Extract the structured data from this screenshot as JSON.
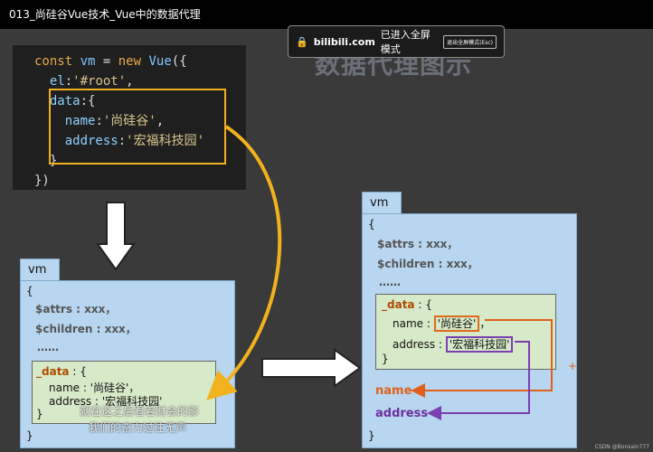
{
  "window": {
    "title": "013_尚硅谷Vue技术_Vue中的数据代理"
  },
  "slide": {
    "title": "数据代理图示"
  },
  "toast": {
    "brand": "bilibili.com",
    "message": "已进入全屏模式",
    "esc_label": "退出全屏模式(Esc)"
  },
  "code": {
    "kw_const": "const",
    "vm": "vm",
    "eq": " = ",
    "kw_new": "new",
    "vue": "Vue",
    "open": "({",
    "el_key": "el",
    "el_val": "'#root'",
    "data_key": "data",
    "data_open": ":{",
    "name_key": "name",
    "name_val": "'尚硅谷'",
    "addr_key": "address",
    "addr_val": "'宏福科技园'",
    "inner_close": "}",
    "close": "})"
  },
  "left_vm": {
    "tab": "vm",
    "open": "{",
    "attrs": "$attrs : xxx，",
    "children": "$children : xxx，",
    "dots": "……",
    "data_label": "_data",
    "data_open": " : {",
    "name_line": "name : '尚硅谷'，",
    "addr_line": "address : '宏福科技园'",
    "data_close": "}",
    "close": "}"
  },
  "right_vm": {
    "tab": "vm",
    "open": "{",
    "attrs": "$attrs : xxx，",
    "children": "$children : xxx，",
    "dots": "……",
    "data_label": "_data",
    "data_open": " : {",
    "name_key": "name : ",
    "name_val": "'尚硅谷'",
    "name_comma": "，",
    "addr_key": "address : ",
    "addr_val": "'宏福科技园'",
    "data_close": "}",
    "name_proxy": "name :",
    "addr_proxy": "address :",
    "close": "}",
    "plus": "+"
  },
  "subtitles": {
    "line1": "就在这之后看着财会的影",
    "line2": "我们的奋力过往无声"
  },
  "watermark": "CSDN @Bonsain777",
  "colors": {
    "highlight": "#f2b21e",
    "name_arrow": "#e0601a",
    "addr_arrow": "#7a3fb0",
    "panel": "#b8d6ef"
  }
}
